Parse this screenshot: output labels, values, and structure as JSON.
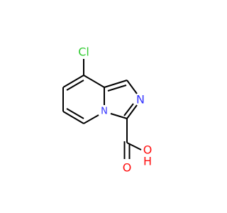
{
  "molecule": {
    "atoms": {
      "chlorine": {
        "text": "Cl",
        "color": "#33cc33"
      },
      "nitrogen_imine": {
        "text": "N",
        "color": "#3333ff"
      },
      "nitrogen_bridge": {
        "text": "N",
        "color": "#3333ff"
      },
      "oxygen_hydroxyl": {
        "text": "O",
        "color": "#ff0d0d"
      },
      "hydrogen_hydroxyl": {
        "text": "H",
        "color": "#ff0d0d"
      },
      "oxygen_carbonyl": {
        "text": "O",
        "color": "#ff0d0d"
      }
    },
    "bond_color": "#000000"
  }
}
